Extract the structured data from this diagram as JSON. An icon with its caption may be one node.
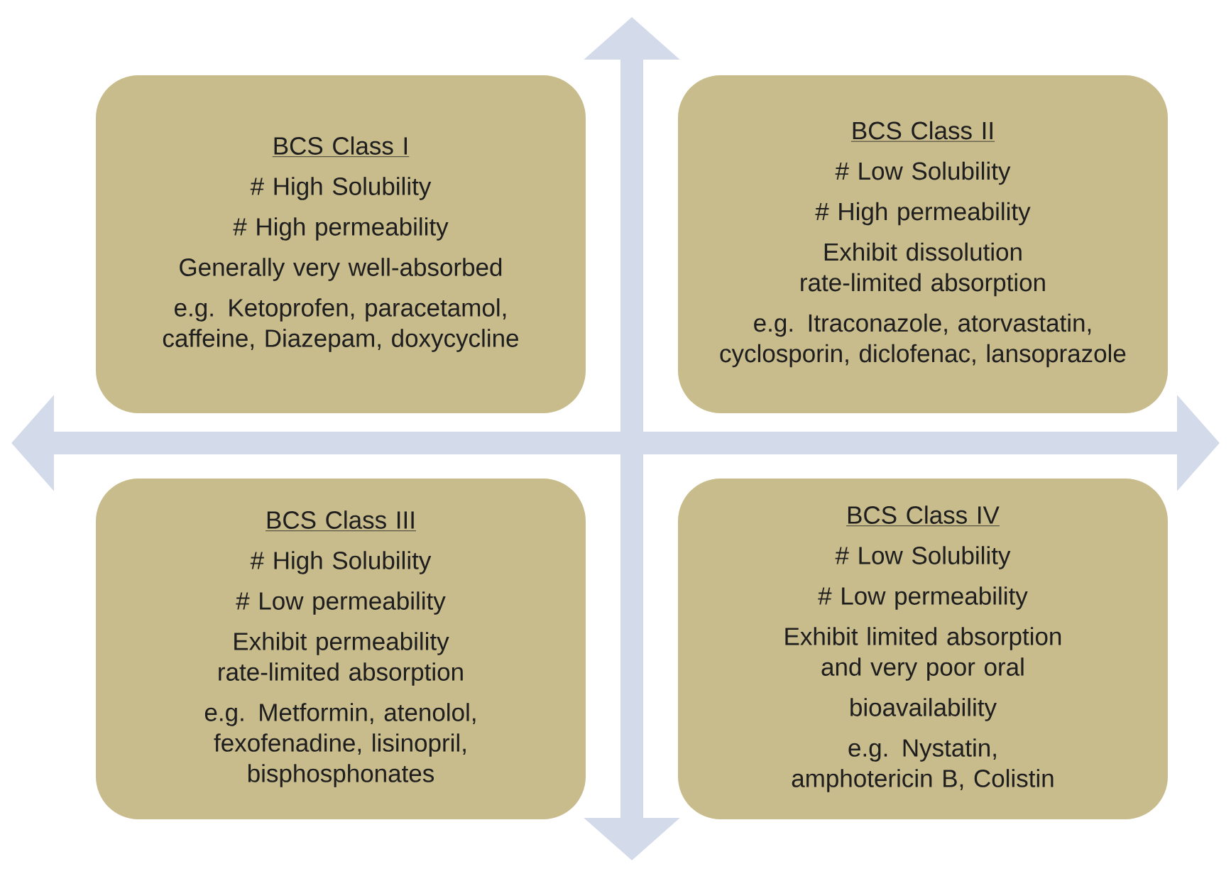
{
  "diagram": {
    "nodes": [
      {
        "text": [
          "BCS Class I",
          "# High Solubility",
          "# High permeability",
          "Generally very well-absorbed",
          "e.g. Ketoprofen, paracetamol, caffeine, Diazepam, doxycycline"
        ]
      },
      {
        "text": [
          "BCS Class II",
          "# Low Solubility",
          "# High permeability",
          "Exhibit dissolution rate-limited absorption",
          "e.g. Itraconazole, atorvastatin, cyclosporin, diclofenac, lansoprazole"
        ]
      },
      {
        "text": [
          "BCS Class III",
          "# High Solubility",
          "# Low permeability",
          "Exhibit permeability rate-limited absorption",
          "e.g. Metformin, atenolol, fexofenadine, lisinopril, bisphosphonates"
        ]
      },
      {
        "text": [
          "BCS Class IV",
          "# Low Solubility",
          "# Low permeability",
          "Exhibit limited absorption and very poor oral",
          "bioavailability",
          "e.g. Nystatin, amphotericin B, Colistin"
        ]
      }
    ]
  }
}
